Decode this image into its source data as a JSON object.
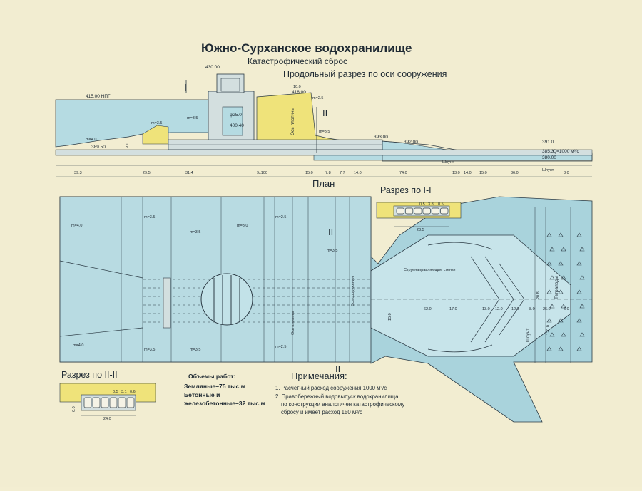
{
  "title": "Южно-Сурханское водохранилище",
  "subtitle": "Катастрофический сброс",
  "section_title": "Продольный разрез по оси сооружения",
  "plan_title": "План",
  "section_1_title": "Разрез по I-I",
  "section_2_title": "Разрез по II-II",
  "section_marks": {
    "one": "I",
    "two": "II"
  },
  "long_section": {
    "elevations": {
      "npg": "415.00 НПГ",
      "top": "430.00",
      "e418": "418.00",
      "e10": "10.0",
      "e400": "400.40",
      "e389": "389.50",
      "e393": "393.00",
      "e392": "392.00",
      "e391": "391.0",
      "e385": "385.3",
      "e380": "380.00"
    },
    "labels": {
      "diam": "φ25.0",
      "dam_axis": "Ось плотины",
      "flow": "Q=1000 м³/с",
      "m4": "m=4.0",
      "m35a": "m=3.5",
      "m35b": "m=3.5",
      "m25": "m=2.5",
      "m35c": "m=3.5",
      "dim_h9": "9.0",
      "shpunt1": "Шпунт",
      "shpunt2": "Шпунт"
    },
    "dims": [
      "39.3",
      "29.5",
      "31.4",
      "9х100",
      "15.0",
      "7.8",
      "7.7",
      "14.0",
      "74.0",
      "13.0",
      "14.0",
      "15.0",
      "36.0",
      "8.0"
    ]
  },
  "plan": {
    "labels": {
      "m4a": "m=4.0",
      "m35a": "m=3.5",
      "m35b": "m=3.5",
      "m30": "m=3.0",
      "m25a": "m=2.5",
      "m35c": "m=3.5",
      "m4b": "m=4.0",
      "m35d": "m=3.5",
      "m35e": "m=3.5",
      "m25b": "m=2.5",
      "dam_axis": "Ось плотины",
      "structure_axis": "Ось сооружения",
      "guide_walls": "Струенаправляющие стенки",
      "shpunt": "Шпунт",
      "tetrapods": "Тетраподы",
      "d15": "15.0",
      "d62": "62.0",
      "d170": "17.0",
      "d13": "13.0",
      "d120": "12.0",
      "d8": "8.0",
      "d25": "25.0",
      "d60": "6.0",
      "d12b": "12.0",
      "w120": "120.0",
      "w208": "20.8"
    }
  },
  "sec1": {
    "dims": {
      "a": "0.5",
      "b": "3.8",
      "c": "0.5",
      "width": "23.5"
    }
  },
  "sec2": {
    "dims": {
      "a": "0.5",
      "b": "3.1",
      "c": "0.6",
      "width": "24.0",
      "h": "6.0"
    }
  },
  "volumes": {
    "heading": "Объемы работ:",
    "line1": "Земляные–75 тыс.м",
    "line2": "Бетонные и",
    "line3": "железобетонные–32 тыс.м"
  },
  "notes": {
    "heading": "Примечания:",
    "n1": "1. Расчетный расход сооружения 1000 м³/с",
    "n2a": "2. Правобережный водовыпуск водохранилища",
    "n2b": "по конструкции аналогичен катастрофическому",
    "n2c": "сбросу и имеет расход 150 м³/с"
  },
  "colors": {
    "paper": "#f2edd1",
    "water": "#b5dbe2",
    "water_dark": "#8dbfcb",
    "soil": "#efe37a",
    "concrete": "#d3dfdf",
    "plan_fill": "#a9d3dc",
    "ink": "#1f2a33"
  }
}
